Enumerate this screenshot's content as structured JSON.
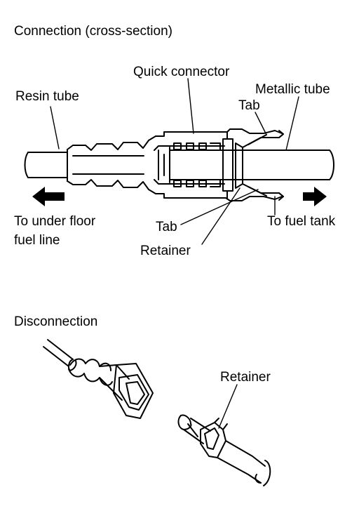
{
  "connection": {
    "heading": "Connection (cross-section)",
    "labels": {
      "quick_connector": "Quick connector",
      "resin_tube": "Resin tube",
      "metallic_tube": "Metallic tube",
      "tab_top": "Tab",
      "to_under_floor_line1": "To under floor",
      "to_under_floor_line2": "fuel line",
      "tab_bottom": "Tab",
      "to_fuel_tank": "To fuel tank",
      "retainer": "Retainer"
    },
    "icons": [
      "arrow-left-icon",
      "arrow-right-icon"
    ]
  },
  "disconnection": {
    "heading": "Disconnection",
    "labels": {
      "retainer": "Retainer"
    }
  },
  "colors": {
    "ink": "#000000",
    "paper": "#ffffff"
  }
}
